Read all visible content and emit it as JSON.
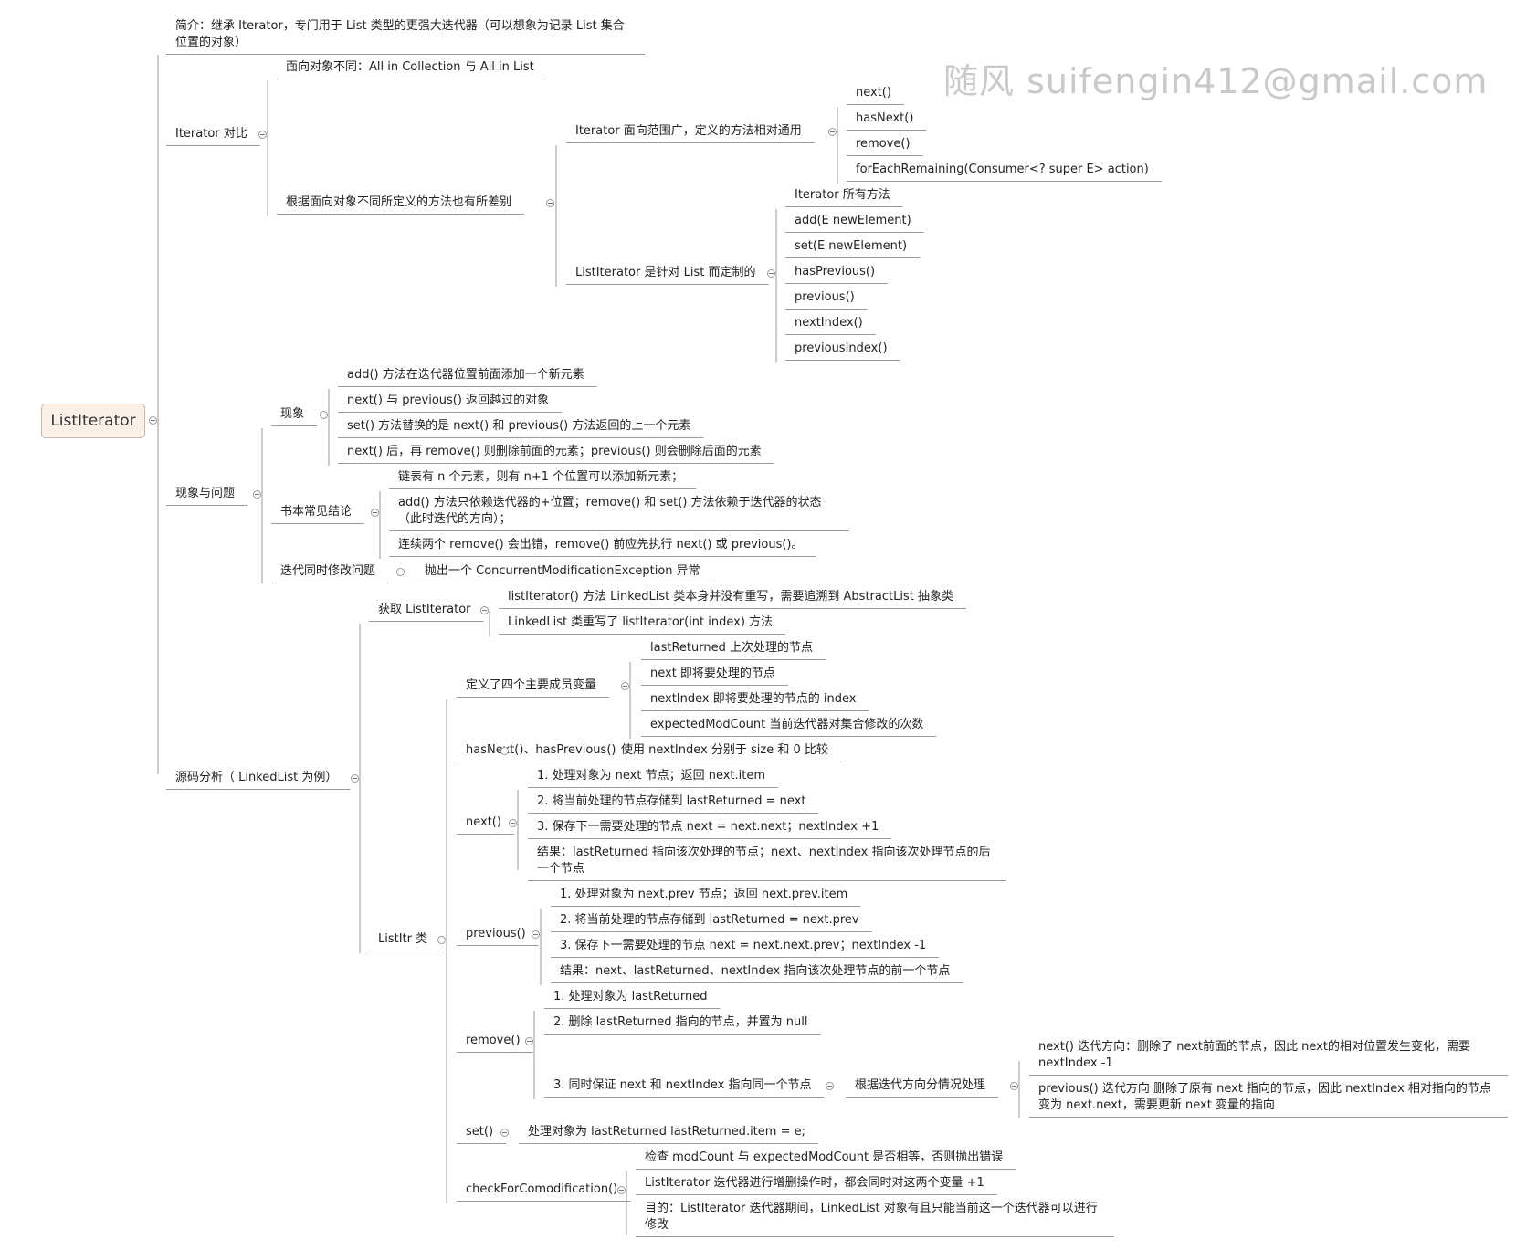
{
  "watermark": "随风 suifengin412@gmail.com",
  "root": {
    "label": "ListIterator"
  },
  "intro": "简介：继承 Iterator，专门用于 List 类型的更强大迭代器（可以想象为记录 List 集合位置的对象）",
  "iterator_compare": {
    "label": "Iterator 对比",
    "target": "面向对象不同：All in Collection 与 All in List",
    "methods_diff": {
      "label": "根据面向对象不同所定义的方法也有所差别",
      "iterator": {
        "label": "Iterator 面向范围广，定义的方法相对通用",
        "items": [
          "next()",
          "hasNext()",
          "remove()",
          "forEachRemaining(Consumer<? super E> action)"
        ]
      },
      "list_iterator": {
        "label": "ListIterator 是针对 List 而定制的",
        "items": [
          "Iterator 所有方法",
          "add(E newElement)",
          "set(E newElement)",
          "hasPrevious()",
          "previous()",
          "nextIndex()",
          "previousIndex()"
        ]
      }
    }
  },
  "phenomena": {
    "label": "现象与问题",
    "observed": {
      "label": "现象",
      "items": [
        "add() 方法在迭代器位置前面添加一个新元素",
        "next() 与 previous() 返回越过的对象",
        "set() 方法替换的是 next() 和 previous() 方法返回的上一个元素",
        "next() 后，再 remove() 则删除前面的元素；previous() 则会删除后面的元素"
      ]
    },
    "conclusions": {
      "label": "书本常见结论",
      "items": [
        "链表有 n 个元素，则有 n+1 个位置可以添加新元素；",
        "add() 方法只依赖迭代器的+位置；remove() 和 set() 方法依赖于迭代器的状态（此时迭代的方向）；",
        "连续两个 remove() 会出错，remove() 前应先执行 next() 或 previous()。"
      ]
    },
    "concurrent": {
      "label": "迭代同时修改问题",
      "detail": "抛出一个 ConcurrentModificationException 异常"
    }
  },
  "source": {
    "label": "源码分析（ LinkedList 为例）",
    "get": {
      "label": "获取 ListIterator",
      "items": [
        "listIterator() 方法 LinkedList 类本身并没有重写，需要追溯到 AbstractList 抽象类",
        "LinkedList 类重写了 listIterator(int index) 方法"
      ]
    },
    "listitr": {
      "label": "ListItr 类",
      "members": {
        "label": "定义了四个主要成员变量",
        "items": [
          "lastReturned   上次处理的节点",
          "next   即将要处理的节点",
          "nextIndex    即将要处理的节点的 index",
          "expectedModCount    当前迭代器对集合修改的次数"
        ]
      },
      "hasnext": {
        "label": "hasNext()、hasPrevious()",
        "detail": "使用 nextIndex 分别于 size 和 0 比较"
      },
      "next": {
        "label": "next()",
        "items": [
          "1. 处理对象为 next 节点；返回 next.item",
          "2. 将当前处理的节点存储到 lastReturned = next",
          "3. 保存下一需要处理的节点 next = next.next；nextIndex +1",
          "结果：lastReturned 指向该次处理的节点；next、nextIndex 指向该次处理节点的后一个节点"
        ]
      },
      "previous": {
        "label": "previous()",
        "items": [
          "1. 处理对象为 next.prev 节点；返回 next.prev.item",
          "2. 将当前处理的节点存储到 lastReturned = next.prev",
          "3. 保存下一需要处理的节点 next = next.next.prev；nextIndex -1",
          "结果：next、lastReturned、nextIndex 指向该次处理节点的前一个节点"
        ]
      },
      "remove": {
        "label": "remove()",
        "items": [
          "1. 处理对象为 lastReturned",
          "2. 删除 lastReturned 指向的节点，并置为 null",
          "3. 同时保证 next 和 nextIndex 指向同一个节点"
        ],
        "by_direction": {
          "label": "根据迭代方向分情况处理",
          "items": [
            "next() 迭代方向：删除了 next前面的节点，因此 next的相对位置发生变化，需要 nextIndex -1",
            "previous() 迭代方向   删除了原有 next 指向的节点，因此 nextIndex 相对指向的节点变为 next.next，需要更新 next 变量的指向"
          ]
        }
      },
      "set": {
        "label": "set()",
        "detail": "处理对象为 lastReturned    lastReturned.item = e;"
      },
      "check": {
        "label": "checkForComodification()",
        "items": [
          "检查 modCount 与 expectedModCount 是否相等，否则抛出错误",
          "ListIterator 迭代器进行增删操作时，都会同时对这两个变量 +1",
          "目的：ListIterator 迭代器期间，LinkedList 对象有且只能当前这一个迭代器可以进行修改"
        ]
      }
    }
  }
}
